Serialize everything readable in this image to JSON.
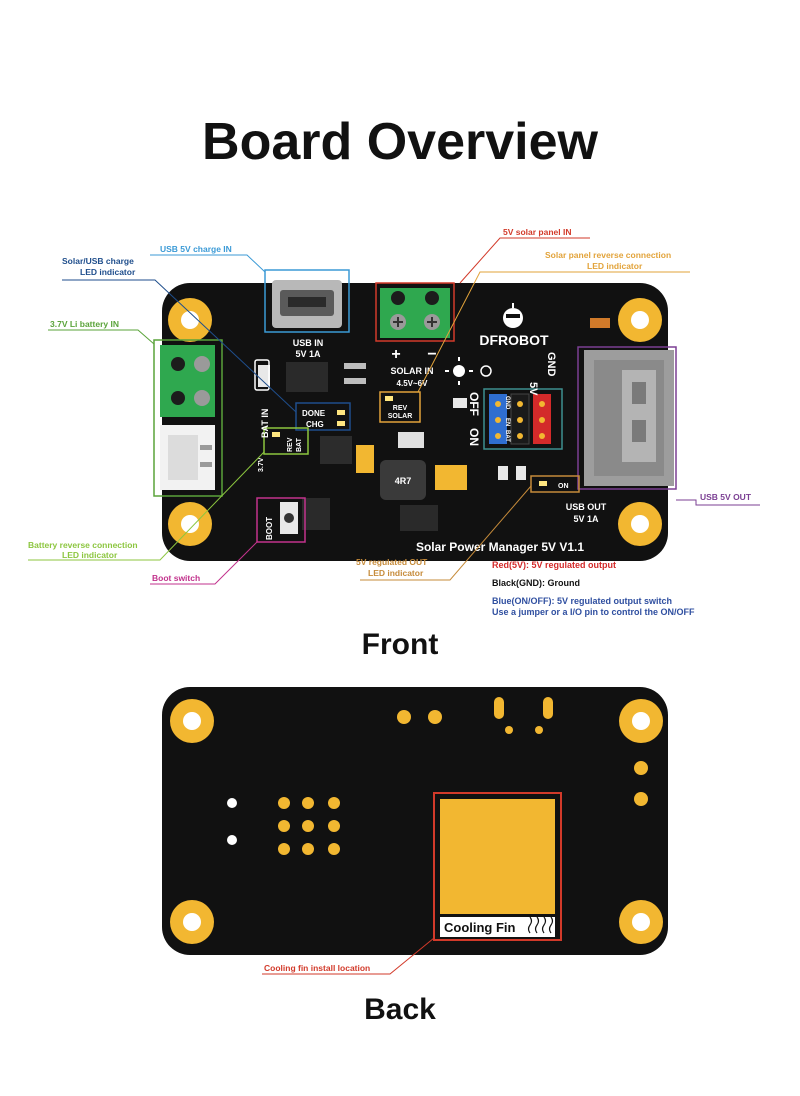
{
  "title": "Board Overview",
  "front_label": "Front",
  "back_label": "Back",
  "callouts": {
    "usb_charge_in": "USB 5V charge IN",
    "charge_led": [
      "Solar/USB charge",
      "LED indicator"
    ],
    "battery_in": "3.7V Li battery IN",
    "solar_in": "5V solar panel IN",
    "solar_rev_led": [
      "Solar panel reverse connection",
      "LED indicator"
    ],
    "usb_out": "USB 5V OUT",
    "battery_rev_led": [
      "Battery reverse connection",
      "LED indicator"
    ],
    "boot_switch": "Boot switch",
    "out_led": [
      "5V regulated OUT",
      "LED indicator"
    ],
    "cooling_fin_location": "Cooling fin install location"
  },
  "silkscreen": {
    "usb_in": [
      "USB IN",
      "5V 1A"
    ],
    "plus": "+",
    "minus": "−",
    "solar_in": [
      "SOLAR IN",
      "4.5V~6V"
    ],
    "rev_solar": [
      "REV",
      "SOLAR"
    ],
    "brand": "DFROBOT",
    "five_v": "5V",
    "gnd": "GND",
    "off": "OFF",
    "on": "ON",
    "header_cols": [
      "GND",
      "EN",
      "BAT"
    ],
    "done": "DONE",
    "chg": "CHG",
    "bat_in": "BAT IN",
    "v37": "3.7V",
    "rev_bat": [
      "REV",
      "BAT"
    ],
    "boot": "BOOT",
    "inductor": "4R7",
    "on_led": "ON",
    "usb_out": [
      "USB OUT",
      "5V 1A"
    ],
    "board_name": "Solar Power Manager 5V V1.1",
    "cooling_fin": "Cooling Fin"
  },
  "pin_notes": {
    "red": "Red(5V): 5V regulated output",
    "black": "Black(GND): Ground",
    "blue": [
      "Blue(ON/OFF): 5V regulated output switch",
      "Use a jumper or a I/O pin to control the ON/OFF"
    ]
  },
  "colors": {
    "board": "#111111",
    "pad": "#f2b731",
    "usb_in_callout": "#3b9ad6",
    "battery_callout": "#5aa33a",
    "solar_callout": "#d23a2a",
    "solar_rev_callout": "#e2a33a",
    "usb_out_callout": "#7b3f93",
    "battery_rev_callout": "#8cc63f",
    "boot_callout": "#c2328c",
    "out_led_callout": "#c68b3a",
    "charge_led_callout": "#1f4e8c",
    "pin_red": "#d32a2a",
    "pin_blue": "#2f6ed0"
  }
}
